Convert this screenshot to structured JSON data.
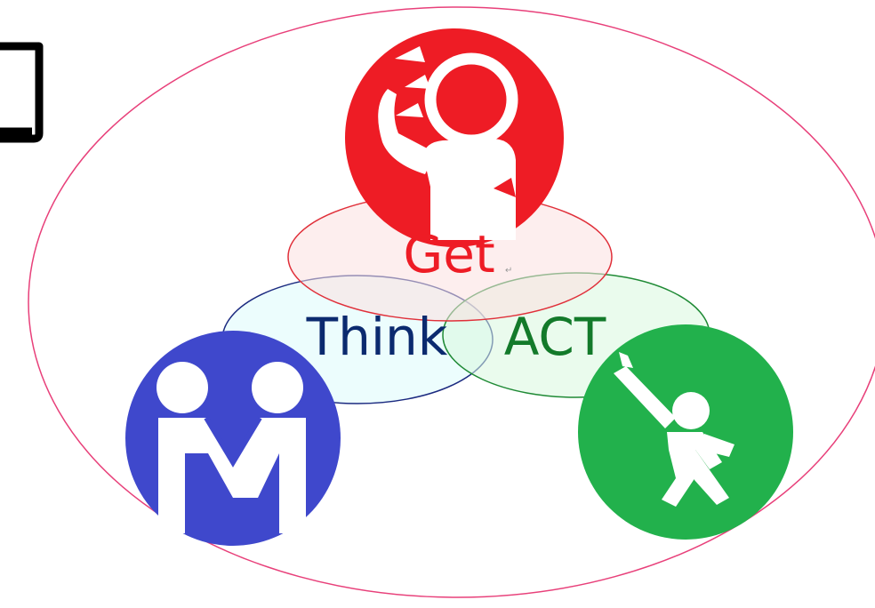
{
  "labels": {
    "get": "Get",
    "think": "Think",
    "act": "ACT"
  },
  "icons": {
    "get": "person-raising-finger-idea-icon",
    "think": "two-people-handshake-icon",
    "act": "person-pointing-up-action-icon"
  },
  "colors": {
    "outer_ellipse": "#e8407a",
    "get": "#ee1c25",
    "think": "#3f48cc",
    "act": "#22b14c",
    "think_text": "#0b2a6f",
    "act_text": "#137a2a",
    "get_text": "#ee1c25"
  }
}
